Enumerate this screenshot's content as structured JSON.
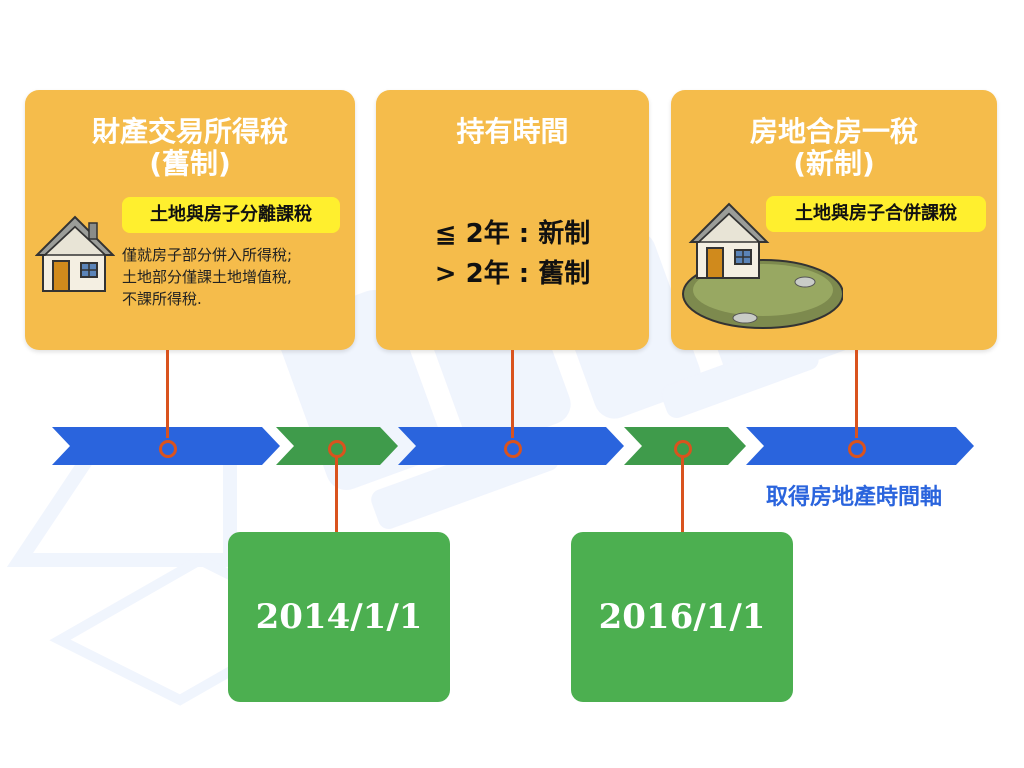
{
  "colors": {
    "card": "#f5bc4b",
    "tag": "#ffef2e",
    "blue_segment": "#2a64dd",
    "green_segment": "#3f9b4b",
    "connector": "#d9531e",
    "date_box": "#4caf50",
    "axis_label": "#2a64dd"
  },
  "cards": [
    {
      "title_line1": "財產交易所得稅",
      "title_line2": "(舊制)",
      "tag": "土地與房子分離課稅",
      "desc_lines": [
        "僅就房子部分併入所得稅;",
        "土地部分僅課土地增值稅,",
        "不課所得稅."
      ],
      "icon": "house-icon"
    },
    {
      "title_line1": "持有時間",
      "rule_lines": [
        "≦ 2年 : 新制",
        "> 2年 : 舊制"
      ]
    },
    {
      "title_line1": "房地合房一稅",
      "title_line2": "(新制)",
      "tag": "土地與房子合併課稅",
      "icon": "house-with-land-icon"
    }
  ],
  "dates": [
    "2014/1/1",
    "2016/1/1"
  ],
  "axis_label": "取得房地產時間軸"
}
